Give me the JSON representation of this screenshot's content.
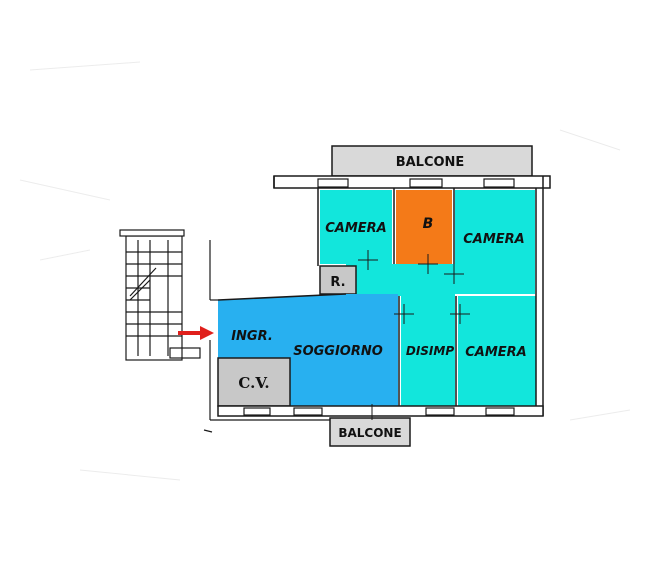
{
  "colors": {
    "camera": "#12e6dc",
    "bagno": "#f47a18",
    "ripostiglio": "#c8c8c8",
    "soggiorno": "#28b0f0",
    "cabina": "#c8c8c8",
    "disimpegno": "#12e6dc",
    "balcone": "#d9d9d9",
    "arrow": "#e0201c",
    "walls": "#1a1a1a"
  },
  "labels": {
    "balcone_top": "BALCONE",
    "balcone_bottom": "BALCONE",
    "camera_left": "CAMERA",
    "bagno": "B",
    "camera_right": "CAMERA",
    "ripostiglio": "R.",
    "ingresso": "INGR.",
    "soggiorno": "SOGGIORNO",
    "disimpegno": "DISIMP",
    "camera_bottom": "CAMERA",
    "cabina": "C.V."
  },
  "icons": {
    "entrance": "arrow-right-icon",
    "stairs": "staircase-icon"
  }
}
